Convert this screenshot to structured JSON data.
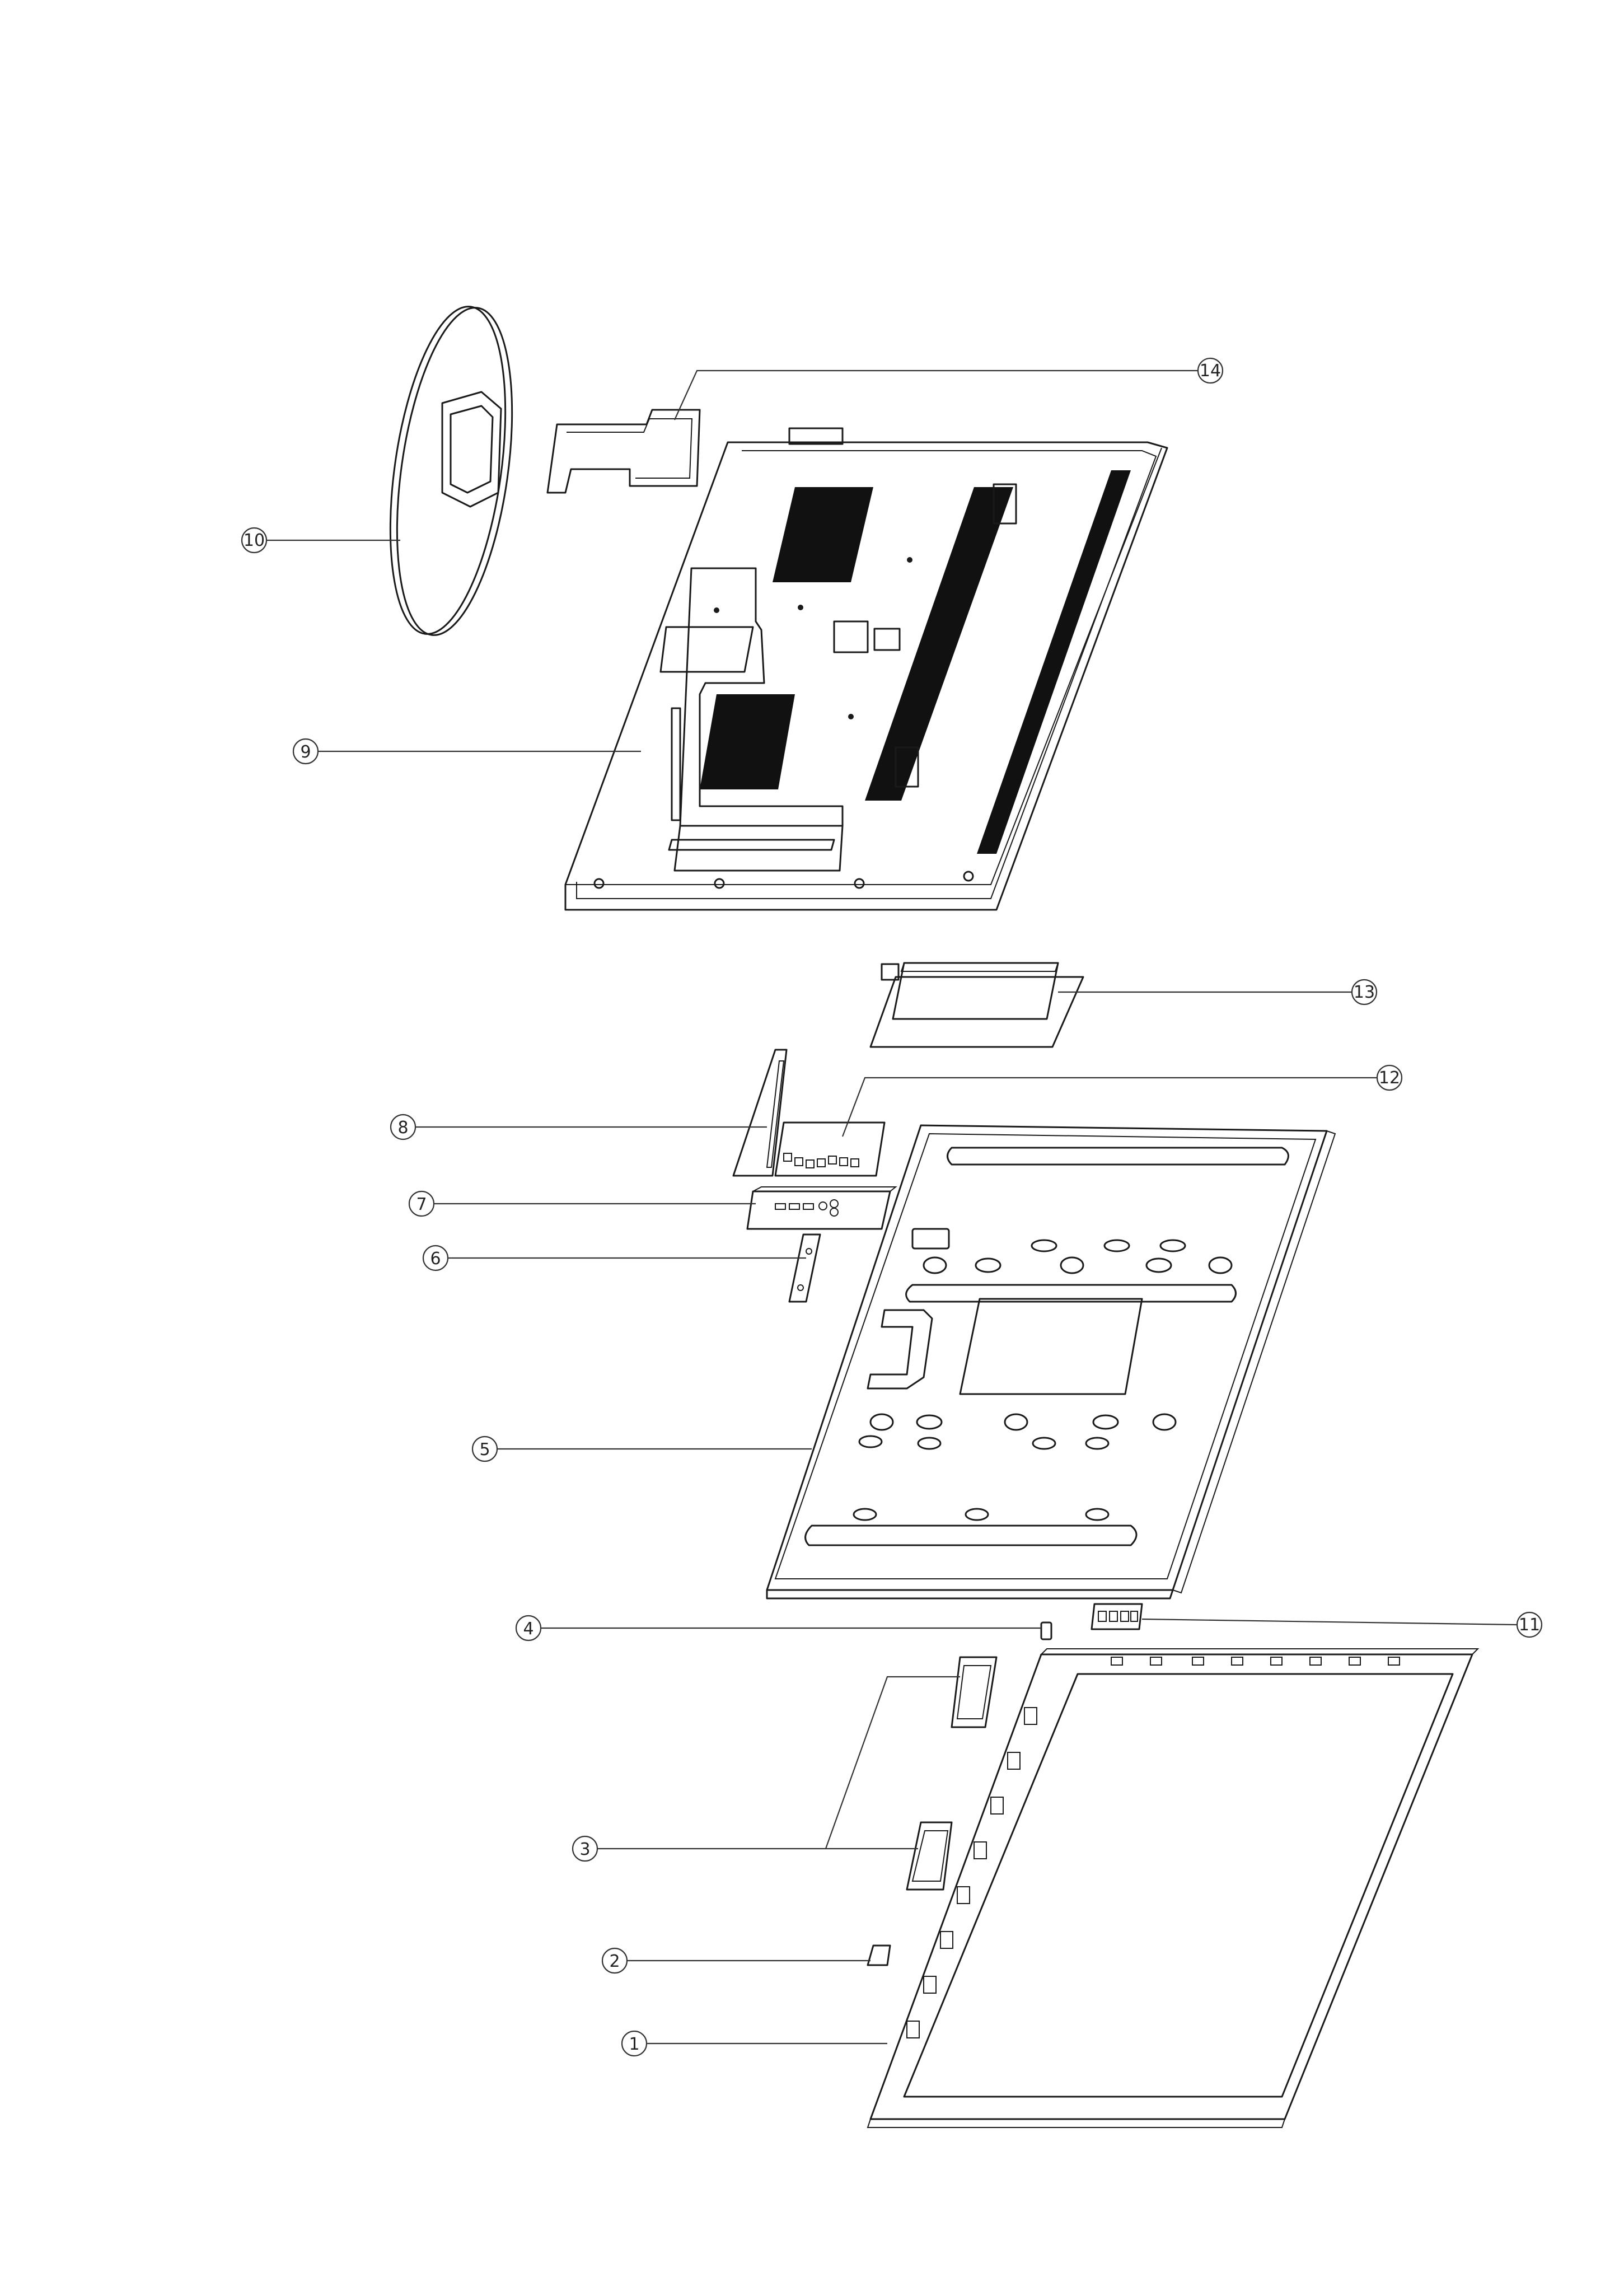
{
  "callouts": [
    {
      "label": "1"
    },
    {
      "label": "2"
    },
    {
      "label": "3"
    },
    {
      "label": "4"
    },
    {
      "label": "5"
    },
    {
      "label": "6"
    },
    {
      "label": "7"
    },
    {
      "label": "8"
    },
    {
      "label": "9"
    },
    {
      "label": "10"
    },
    {
      "label": "11"
    },
    {
      "label": "12"
    },
    {
      "label": "13"
    },
    {
      "label": "14"
    }
  ]
}
